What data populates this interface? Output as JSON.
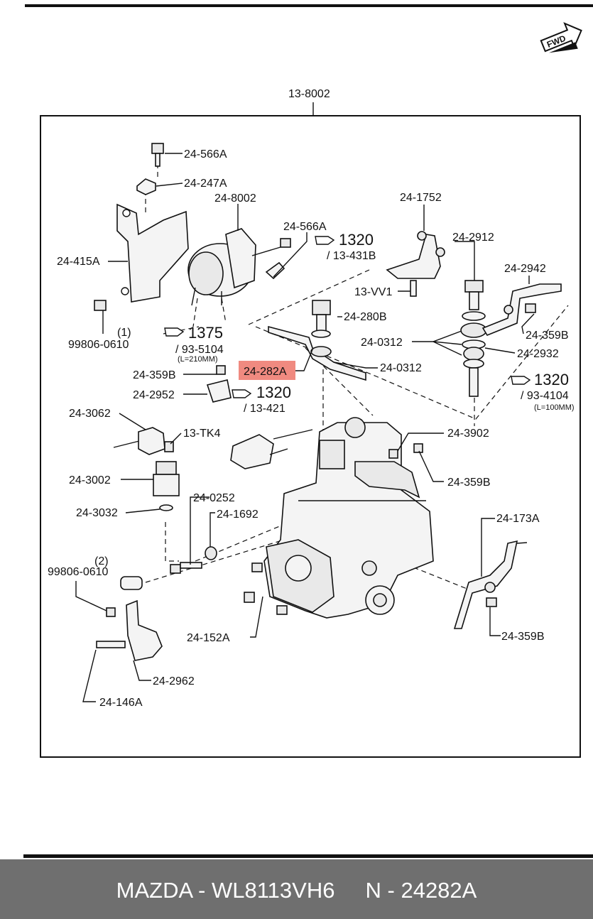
{
  "diagram": {
    "assembly_ref": "13-8002",
    "fwd_label": "FWD",
    "highlight_color": "#f08a80",
    "labels": {
      "l_24566A_top": "24-566A",
      "l_24247A": "24-247A",
      "l_248002": "24-8002",
      "l_24415A": "24-415A",
      "l_24566A_mid": "24-566A",
      "l_241752": "24-1752",
      "l_242912": "24-2912",
      "l_242942": "24-2942",
      "l_13VV1": "13-VV1",
      "l_24280B": "24-280B",
      "l_240312_a": "24-0312",
      "l_24359B_r": "24-359B",
      "l_242932": "24-2932",
      "l_240312_b": "24-0312",
      "l_24282A": "24-282A",
      "l_24359B_l": "24-359B",
      "l_242952": "24-2952",
      "l_243062": "24-3062",
      "l_13TK4": "13-TK4",
      "l_243902": "24-3902",
      "l_243002": "24-3002",
      "l_24359B_m": "24-359B",
      "l_240252": "24-0252",
      "l_243032": "24-3032",
      "l_241692": "24-1692",
      "l_24173A": "24-173A",
      "l_998060610_1": "99806-0610",
      "l_998060610_2": "99806-0610",
      "l_note_1": "(1)",
      "l_note_2": "(2)",
      "l_24152A": "24-152A",
      "l_24359B_b": "24-359B",
      "l_242962": "24-2962",
      "l_24146A": "24-146A"
    },
    "refs": {
      "r_1320_a": "1320",
      "r_13431B": "/ 13-431B",
      "r_1375": "1375",
      "r_935104": "/ 93-5104",
      "r_L210": "(L=210MM)",
      "r_1320_b": "1320",
      "r_13421": "/ 13-421",
      "r_1320_c": "1320",
      "r_934104": "/ 93-4104",
      "r_L100": "(L=100MM)"
    }
  },
  "footer": {
    "caption": "MAZDA - WL8113VH6     N - 24282A",
    "background": "#6f6f6f"
  }
}
